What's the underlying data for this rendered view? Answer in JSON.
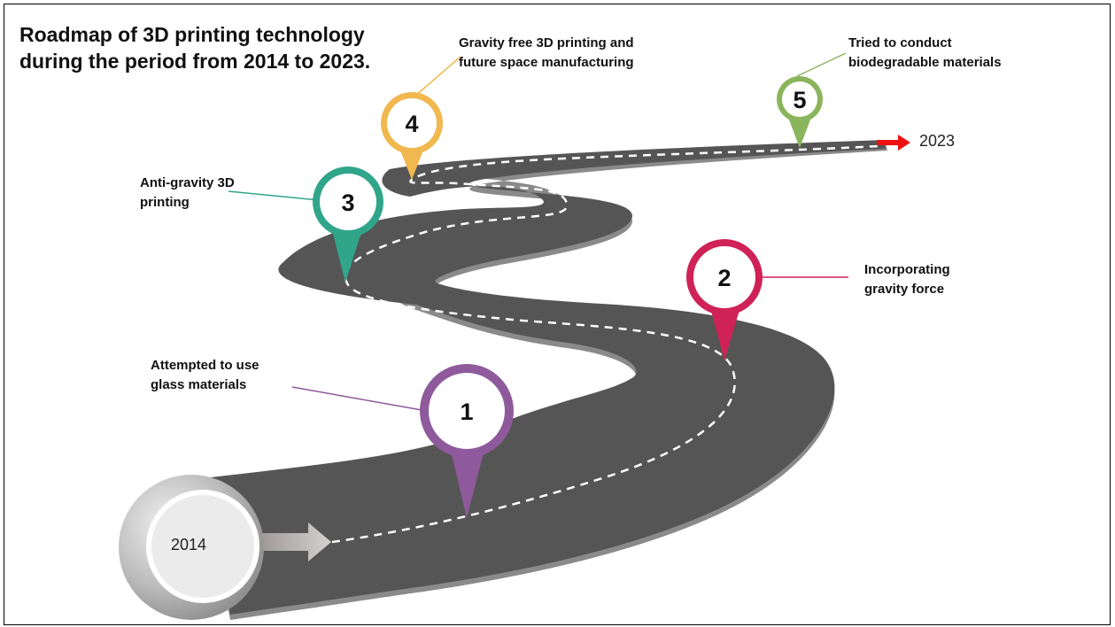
{
  "title": "Roadmap of 3D printing technology\nduring the period from 2014 to 2023.",
  "start_year": "2014",
  "end_year": "2023",
  "milestones": [
    {
      "number": "1",
      "label": "Attempted to use\nglass materials",
      "color": "#8e5a9b"
    },
    {
      "number": "2",
      "label": "Incorporating\ngravity force",
      "color": "#cf2257"
    },
    {
      "number": "3",
      "label": "Anti-gravity  3D\nprinting",
      "color": "#31a58a"
    },
    {
      "number": "4",
      "label": "Gravity free 3D printing and\nfuture space manufacturing",
      "color": "#f0b84f"
    },
    {
      "number": "5",
      "label": "Tried to conduct\nbiodegradable materials",
      "color": "#8bb55c"
    }
  ],
  "colors": {
    "road": "#555555",
    "road_edge": "#8a8a8a",
    "lane": "#ffffff",
    "end_arrow": "#ee1111",
    "start_arrow": "#c8c3c3"
  }
}
